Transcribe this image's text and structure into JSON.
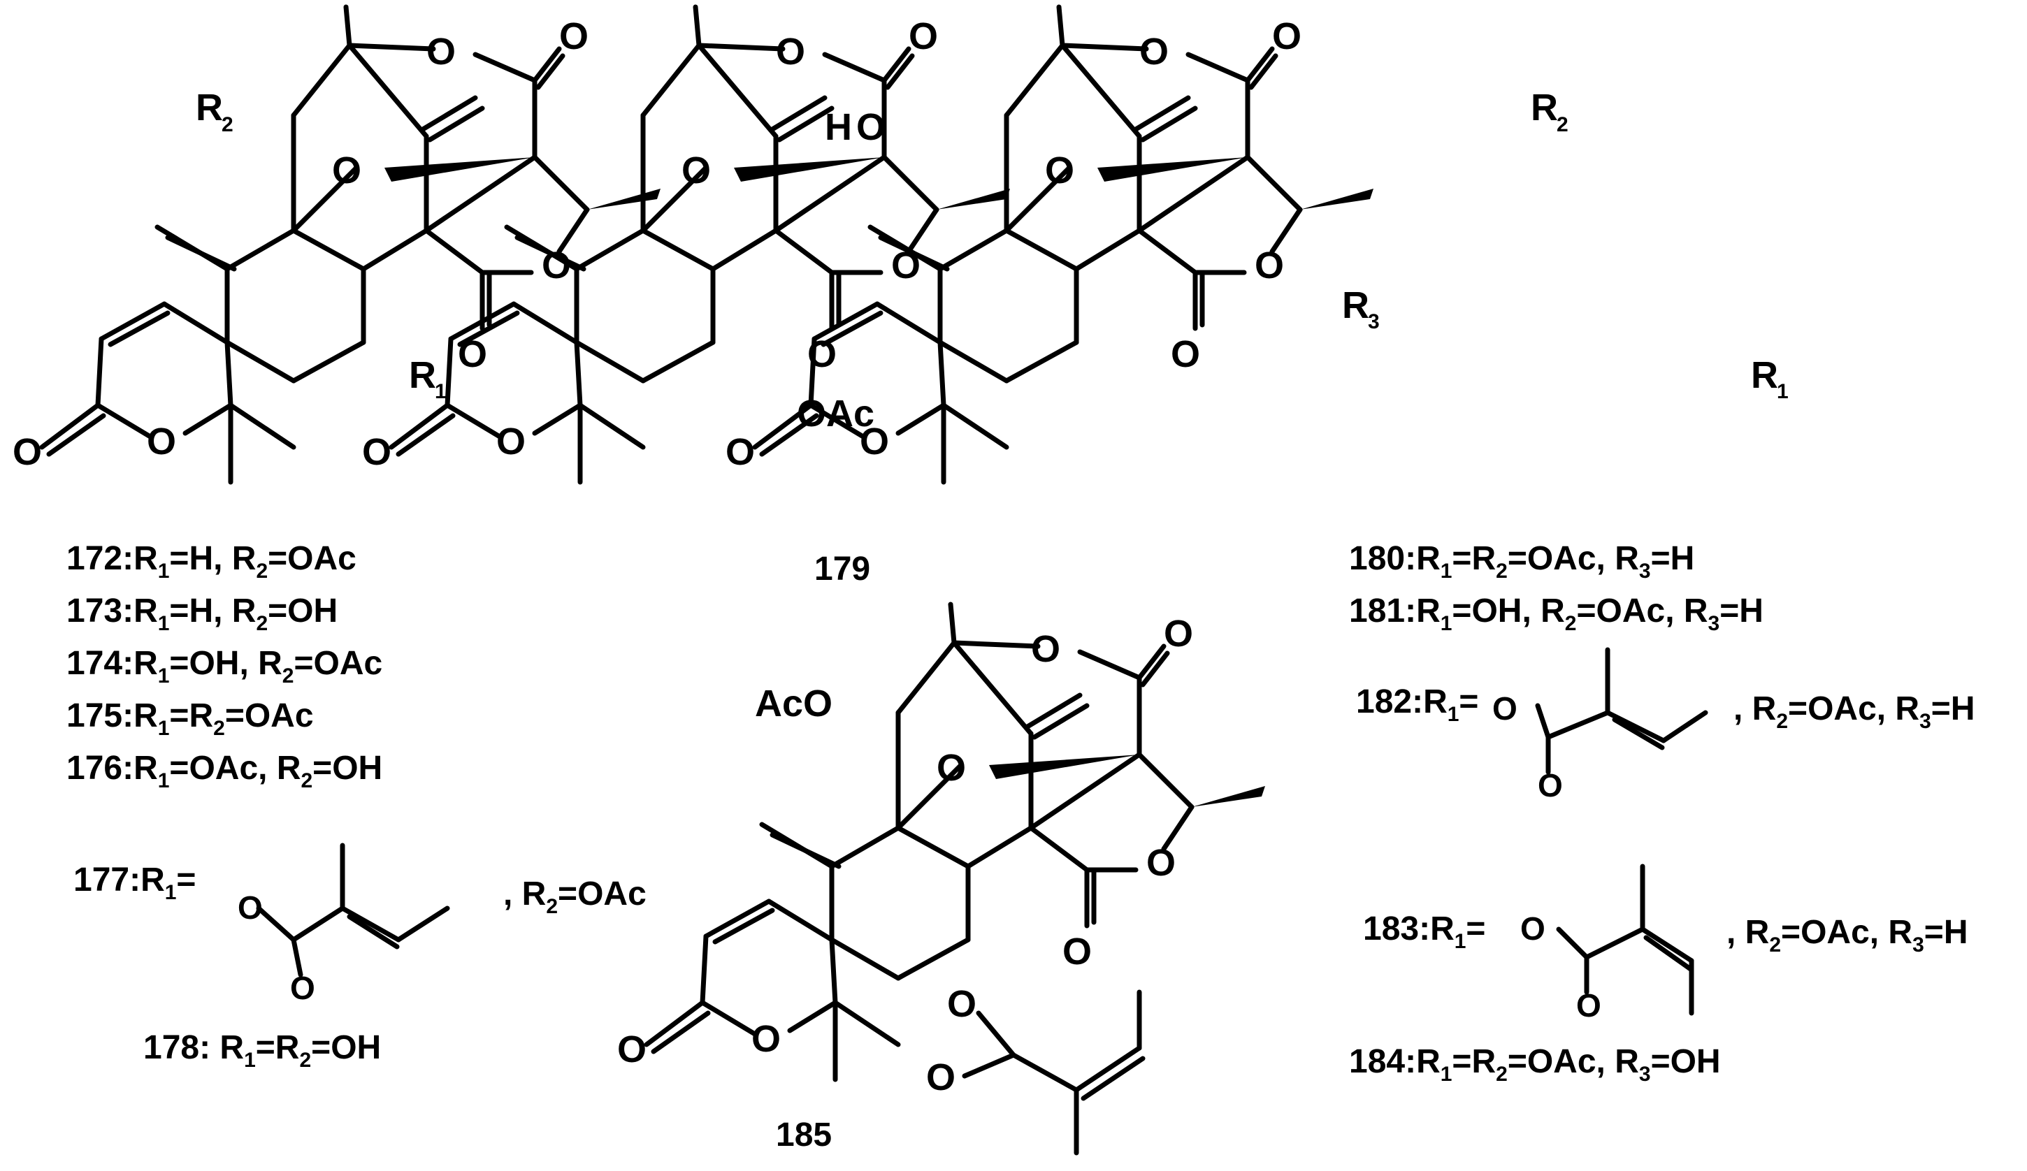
{
  "atoms": {
    "O": "O",
    "H": "H",
    "OAc": "OAc",
    "AcO": "AcO",
    "R1": "R",
    "R2": "R",
    "R3": "R",
    "sub1": "1",
    "sub2": "2",
    "sub3": "3"
  },
  "labels": {
    "c172": "172:R",
    "c172_a": "=H, R",
    "c172_b": "=OAc",
    "c173": "173:R",
    "c173_a": "=H, R",
    "c173_b": "=OH",
    "c174": "174:R",
    "c174_a": "=OH, R",
    "c174_b": "=OAc",
    "c175": "175:R",
    "c175_a": "=R",
    "c175_b": "=OAc",
    "c176": "176:R",
    "c176_a": "=OAc, R",
    "c176_b": "=OH",
    "c177": "177:R",
    "c177_a": "=",
    "c177_b": ", R",
    "c177_c": "=OAc",
    "c178": "178: R",
    "c178_a": "=R",
    "c178_b": "=OH",
    "c179": "179",
    "c180": "180:R",
    "c180_a": "=R",
    "c180_b": "=OAc, R",
    "c180_c": "=H",
    "c181": "181:R",
    "c181_a": "=OH, R",
    "c181_b": "=OAc, R",
    "c181_c": "=H",
    "c182": "182:R",
    "c182_a": "=",
    "c182_b": ", R",
    "c182_c": "=OAc, R",
    "c182_d": "=H",
    "c183": "183:R",
    "c183_a": "=",
    "c183_b": ", R",
    "c183_c": "=OAc, R",
    "c183_d": "=H",
    "c184": "184:R",
    "c184_a": "=R",
    "c184_b": "=OAc, R",
    "c184_c": "=OH",
    "c185": "185",
    "sub1": "1",
    "sub2": "2",
    "sub3": "3"
  }
}
